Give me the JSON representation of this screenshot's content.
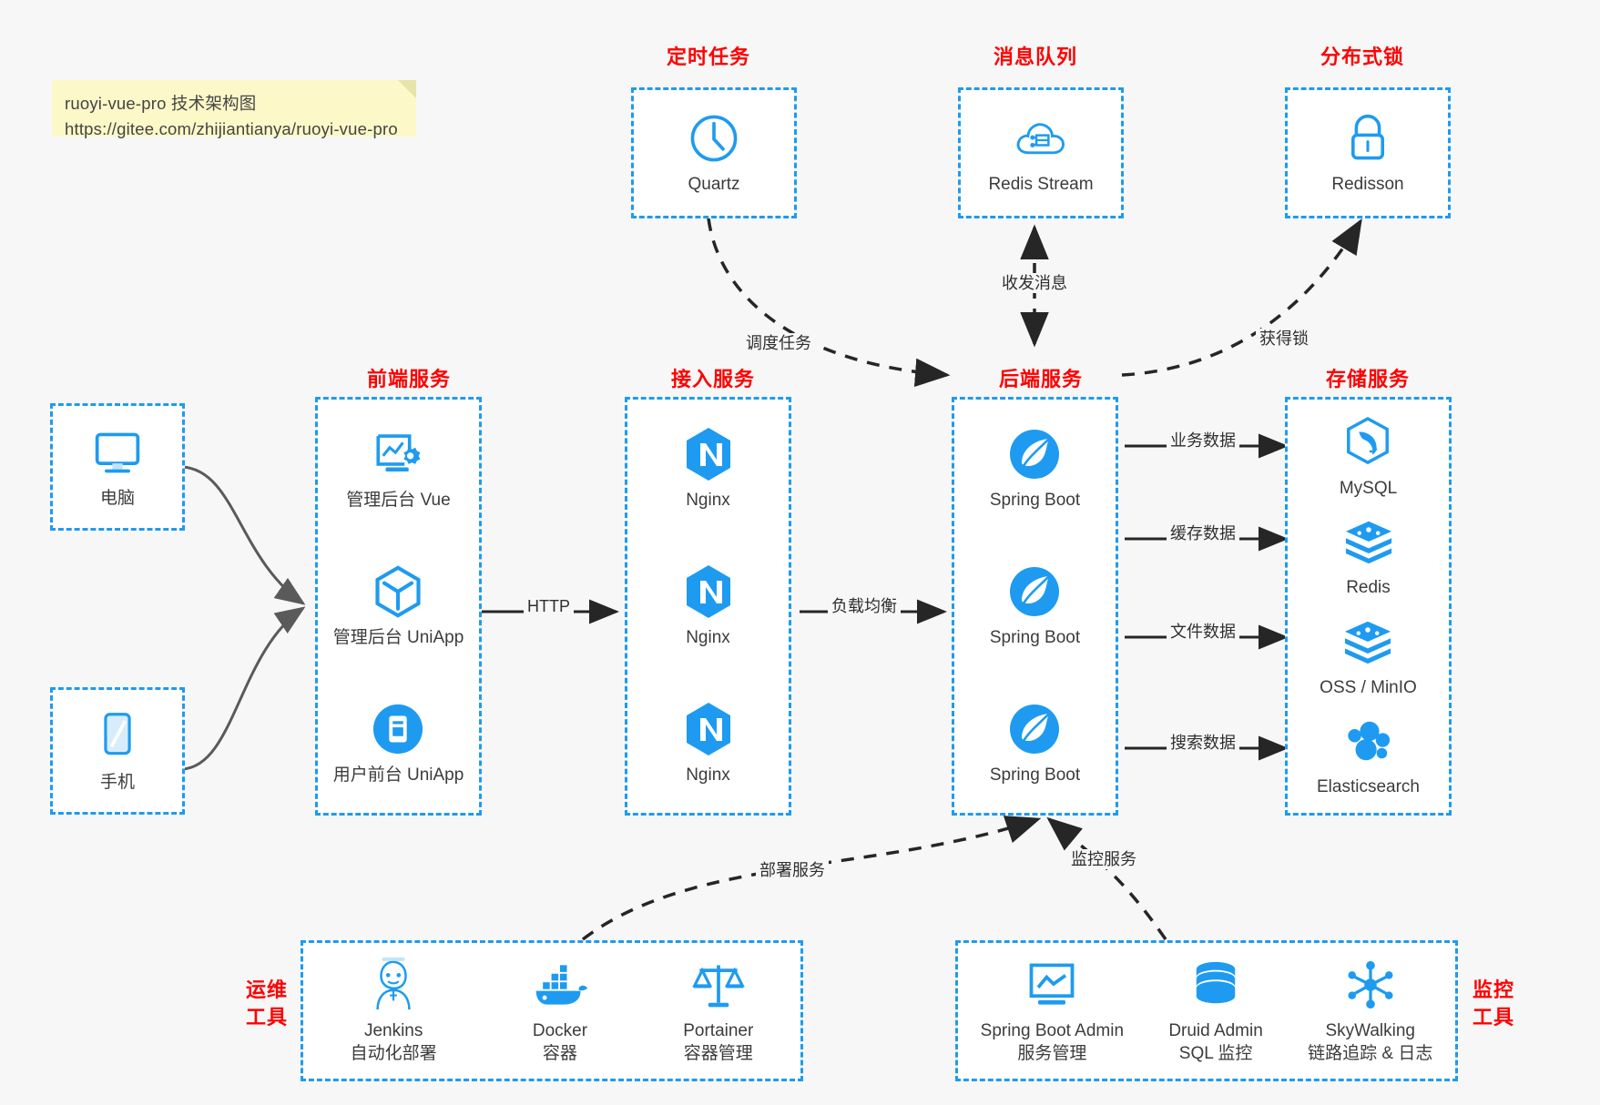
{
  "note": {
    "line1": "ruoyi-vue-pro 技术架构图",
    "line2": "https://gitee.com/zhijiantianya/ruoyi-vue-pro"
  },
  "groups": {
    "scheduler": {
      "title": "定时任务",
      "nodes": [
        {
          "label": "Quartz",
          "icon": "clock-icon"
        }
      ]
    },
    "mq": {
      "title": "消息队列",
      "nodes": [
        {
          "label": "Redis Stream",
          "icon": "cloud-stream-icon"
        }
      ]
    },
    "lock": {
      "title": "分布式锁",
      "nodes": [
        {
          "label": "Redisson",
          "icon": "padlock-icon"
        }
      ]
    },
    "clients": {
      "title": "",
      "nodes": [
        {
          "label": "电脑",
          "icon": "desktop-monitor-icon"
        },
        {
          "label": "手机",
          "icon": "mobile-phone-icon"
        }
      ]
    },
    "frontend": {
      "title": "前端服务",
      "nodes": [
        {
          "label": "管理后台 Vue",
          "icon": "dashboard-gear-icon"
        },
        {
          "label": "管理后台 UniApp",
          "icon": "cube-icon"
        },
        {
          "label": "用户前台 UniApp",
          "icon": "app-window-icon"
        }
      ]
    },
    "gateway": {
      "title": "接入服务",
      "nodes": [
        {
          "label": "Nginx",
          "icon": "nginx-icon"
        },
        {
          "label": "Nginx",
          "icon": "nginx-icon"
        },
        {
          "label": "Nginx",
          "icon": "nginx-icon"
        }
      ]
    },
    "backend": {
      "title": "后端服务",
      "nodes": [
        {
          "label": "Spring Boot",
          "icon": "spring-leaf-icon"
        },
        {
          "label": "Spring Boot",
          "icon": "spring-leaf-icon"
        },
        {
          "label": "Spring Boot",
          "icon": "spring-leaf-icon"
        }
      ]
    },
    "storage": {
      "title": "存储服务",
      "nodes": [
        {
          "label": "MySQL",
          "icon": "mysql-dolphin-icon"
        },
        {
          "label": "Redis",
          "icon": "redis-stack-icon"
        },
        {
          "label": "OSS / MinIO",
          "icon": "redis-stack-icon"
        },
        {
          "label": "Elasticsearch",
          "icon": "elasticsearch-icon"
        }
      ]
    },
    "devops": {
      "title_line1": "运维",
      "title_line2": "工具",
      "nodes": [
        {
          "label": "Jenkins",
          "label2": "自动化部署",
          "icon": "jenkins-butler-icon"
        },
        {
          "label": "Docker",
          "label2": "容器",
          "icon": "docker-whale-icon"
        },
        {
          "label": "Portainer",
          "label2": "容器管理",
          "icon": "portainer-scales-icon"
        }
      ]
    },
    "monitor": {
      "title_line1": "监控",
      "title_line2": "工具",
      "nodes": [
        {
          "label": "Spring Boot Admin",
          "label2": "服务管理",
          "icon": "monitor-chart-icon"
        },
        {
          "label": "Druid Admin",
          "label2": "SQL 监控",
          "icon": "database-icon"
        },
        {
          "label": "SkyWalking",
          "label2": "链路追踪 & 日志",
          "icon": "skywalking-node-icon"
        }
      ]
    }
  },
  "edges": {
    "schedule_task": "调度任务",
    "send_receive_message": "收发消息",
    "acquire_lock": "获得锁",
    "http": "HTTP",
    "load_balance": "负载均衡",
    "business_data": "业务数据",
    "cache_data": "缓存数据",
    "file_data": "文件数据",
    "search_data": "搜索数据",
    "deploy_service": "部署服务",
    "monitor_service": "监控服务"
  },
  "colors": {
    "accent_blue": "#1e9bf0",
    "title_red": "#ff0000",
    "background": "#f7f7f7",
    "note_yellow": "#fcf8c8",
    "arrow_dark": "#262626",
    "arrow_gray": "#5a5a5a"
  }
}
